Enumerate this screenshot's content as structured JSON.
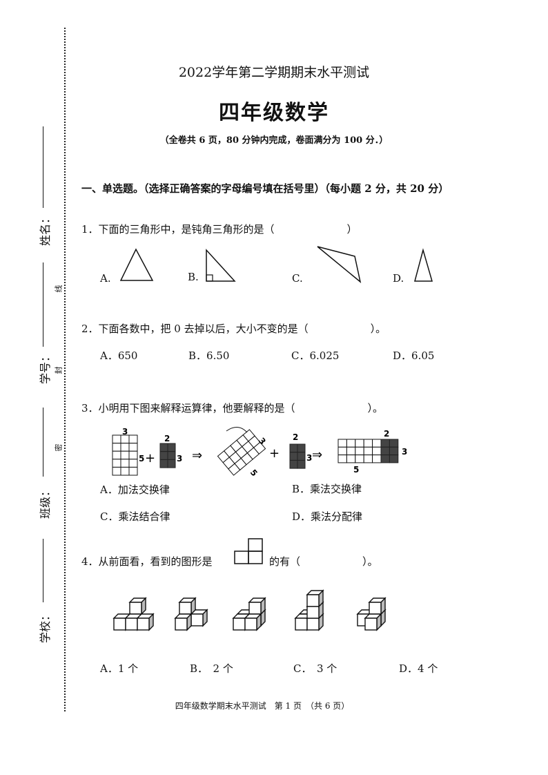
{
  "header": {
    "title": "2022学年第二学期期末水平测试",
    "main_title": "四年级数学",
    "subtitle": "（全卷共 6 页，80 分钟内完成，卷面满分为 100 分．）"
  },
  "sidebar": {
    "fields": [
      "姓名：",
      "学号：",
      "班级：",
      "学校："
    ],
    "seal_marks": [
      "线",
      "封",
      "密"
    ]
  },
  "section": {
    "heading": "一、单选题。（选择正确答案的字母编号填在括号里）（每小题 2 分，共 20 分）"
  },
  "questions": [
    {
      "text": "1．下面的三角形中，是钝角三角形的是（　　　　　　　）",
      "options": [
        "A.",
        "B.",
        "C.",
        "D."
      ]
    },
    {
      "text": "2．下面各数中，把 0 去掉以后，大小不变的是（　　　　　　）。",
      "options": [
        "A．650",
        "B．6.50",
        "C．6.025",
        "D．6.05"
      ]
    },
    {
      "text": "3．小明用下图来解释运算律，他要解释的是（　　　　　　　）。",
      "figure_labels": {
        "g1_top": "3",
        "g1_side": "5",
        "g2_top": "2",
        "g2_side": "3",
        "g3_side": "3",
        "g3_long": "5",
        "g4_top": "2",
        "g4_side": "3",
        "g5_top": "2",
        "g5_side": "3",
        "g5_bottom": "5"
      },
      "options": [
        "A．加法交换律",
        "B．乘法交换律",
        "C．乘法结合律",
        "D．乘法分配律"
      ]
    },
    {
      "text_before": "4．从前面看，看到的图形是",
      "text_after": "的有（　　　　　　）。",
      "options": [
        "A．1 个",
        "B．　2 个",
        "C．　3 个",
        "D．4 个"
      ]
    }
  ],
  "footer": {
    "text": "四年级数学期末水平测试　第 1 页　（共 6 页）"
  }
}
